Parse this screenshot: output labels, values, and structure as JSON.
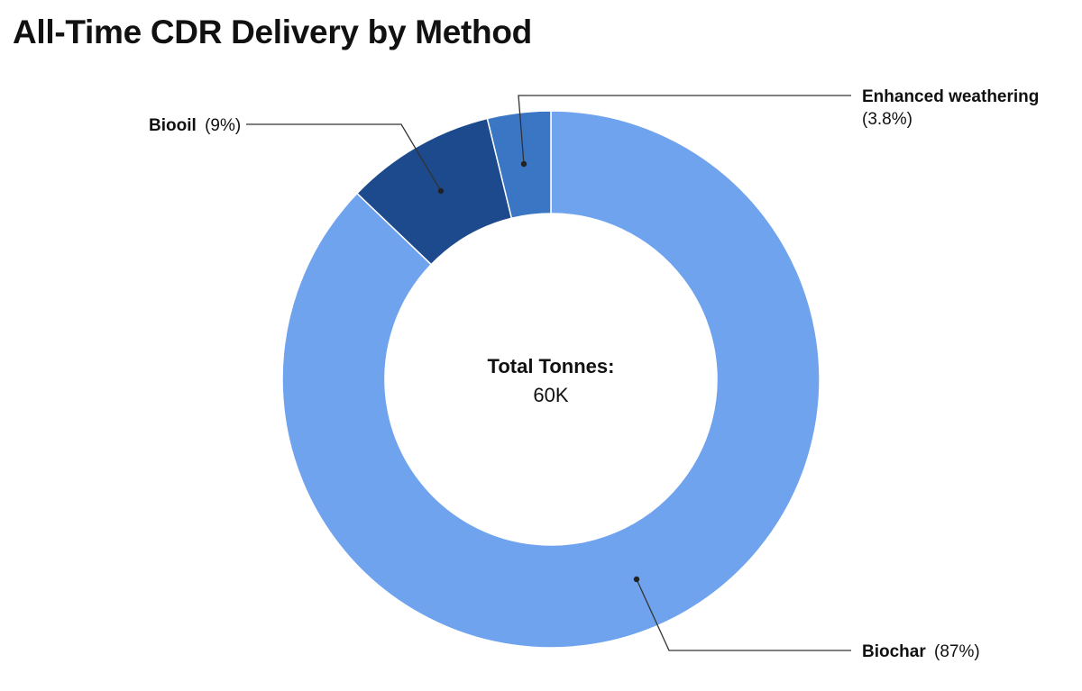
{
  "chart_data": {
    "type": "pie",
    "variant": "donut",
    "title": "All-Time CDR Delivery by Method",
    "center_label": {
      "title": "Total Tonnes:",
      "value": "60K"
    },
    "slices": [
      {
        "name": "Biochar",
        "value": 87,
        "label": "(87%)",
        "color": "#6fa3ee"
      },
      {
        "name": "Biooil",
        "value": 9,
        "label": "(9%)",
        "color": "#1c4a8d"
      },
      {
        "name": "Enhanced weathering",
        "value": 3.8,
        "label": "(3.8%)",
        "color": "#3a76c4"
      }
    ],
    "legend": "none"
  }
}
